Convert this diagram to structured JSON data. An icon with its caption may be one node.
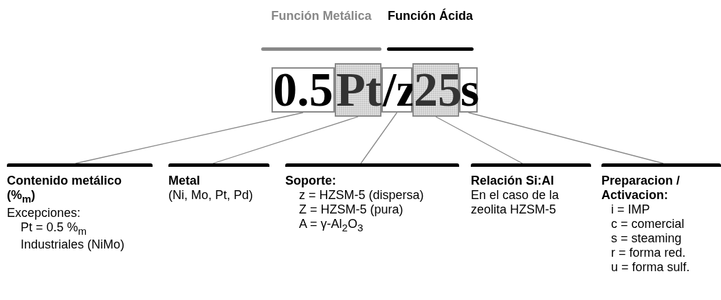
{
  "diagram": {
    "nodes": [
      {
        "text": [
          "0.5"
        ]
      },
      {
        "text": [
          "Pt"
        ]
      },
      {
        "text": [
          "/z"
        ]
      },
      {
        "text": [
          "25"
        ]
      },
      {
        "text": [
          "s"
        ]
      },
      {
        "text": [
          "Contenido metálico (%$_{m}$)",
          "Excepciones:",
          "Pt = 0.5 %$_{m}$",
          "Industriales (NiMo)"
        ]
      },
      {
        "text": [
          "Metal",
          "(Ni, Mo, Pt, Pd)"
        ]
      },
      {
        "text": [
          "Soporte:",
          "z = HZSM-5 (dispersa)",
          "Z = HZSM-5 (pura)",
          "A = γ-Al$_{2}$O$_{3}$"
        ]
      },
      {
        "text": [
          "Relación Si:Al",
          "En el caso de la zeolita HZSM-5"
        ]
      },
      {
        "text": [
          "Preparacion / Activacion:",
          "i = IMP",
          "c = comercial",
          "s = steaming",
          "r = forma red.",
          "u = forma sulf."
        ]
      }
    ],
    "edges": [
      {
        "from": 0,
        "to": 5,
        "arrow": "none"
      },
      {
        "from": 1,
        "to": 6,
        "arrow": "none"
      },
      {
        "from": 2,
        "to": 7,
        "arrow": "none"
      },
      {
        "from": 3,
        "to": 8,
        "arrow": "none"
      },
      {
        "from": 4,
        "to": 9,
        "arrow": "none"
      }
    ],
    "labels": [
      "Función Metálica",
      "Función Ácida"
    ]
  }
}
